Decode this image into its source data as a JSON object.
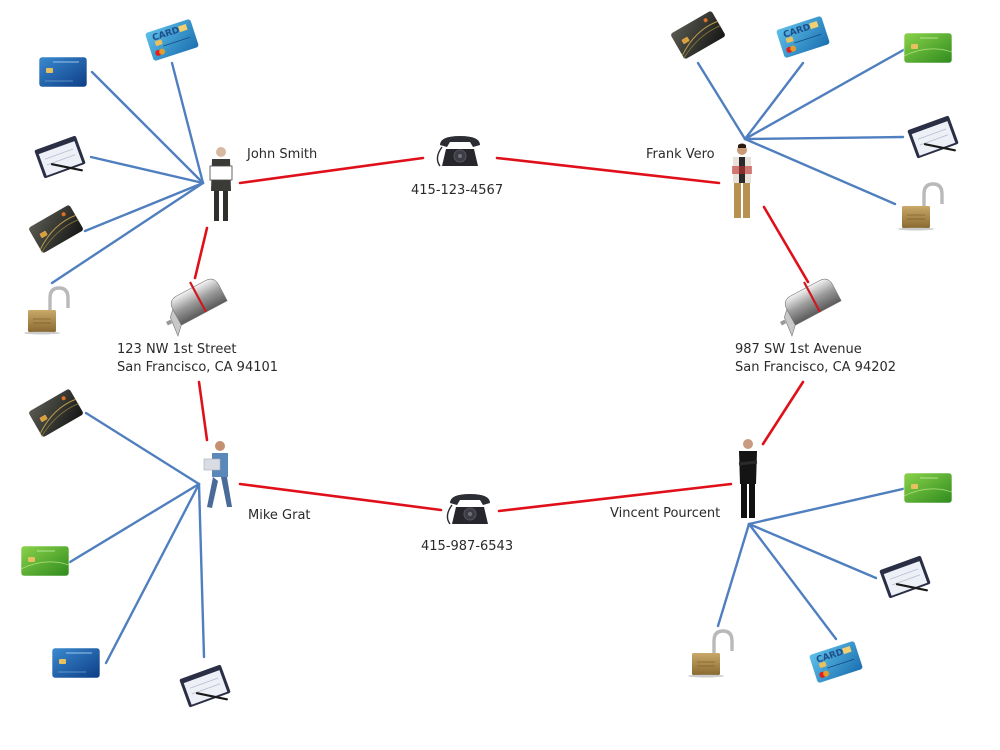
{
  "diagram": {
    "title": "",
    "colors": {
      "person_link": "#e0101a",
      "asset_link": "#4f7fbf",
      "background": "#ffffff"
    },
    "people": [
      {
        "id": "john",
        "name": "John Smith",
        "figure": "man-suit-holding-sign"
      },
      {
        "id": "frank",
        "name": "Frank Vero",
        "figure": "man-casual"
      },
      {
        "id": "mike",
        "name": "Mike Grat",
        "figure": "man-holding-laptop"
      },
      {
        "id": "vincent",
        "name": "Vincent Pourcent",
        "figure": "man-dark-suit"
      }
    ],
    "phones": [
      {
        "id": "phone1",
        "number": "415-123-4567",
        "icon": "telephone-icon"
      },
      {
        "id": "phone2",
        "number": "415-987-6543",
        "icon": "telephone-icon"
      }
    ],
    "addresses": [
      {
        "id": "addr1",
        "line1": "123 NW 1st Street",
        "line2": "San Francisco, CA 94101",
        "icon": "mailbox-icon"
      },
      {
        "id": "addr2",
        "line1": "987 SW 1st Avenue",
        "line2": "San Francisco, CA 94202",
        "icon": "mailbox-icon"
      }
    ],
    "person_links": [
      {
        "from": "john",
        "to": "phone1"
      },
      {
        "from": "phone1",
        "to": "frank"
      },
      {
        "from": "john",
        "to": "addr1"
      },
      {
        "from": "addr1",
        "to": "mike"
      },
      {
        "from": "frank",
        "to": "addr2"
      },
      {
        "from": "addr2",
        "to": "vincent"
      },
      {
        "from": "mike",
        "to": "phone2"
      },
      {
        "from": "phone2",
        "to": "vincent"
      }
    ],
    "assets": {
      "john": [
        "credit-card-card-blue",
        "credit-card-dark-blue",
        "checkbook",
        "credit-card-black",
        "padlock-open"
      ],
      "frank": [
        "credit-card-black",
        "credit-card-card-blue",
        "credit-card-green",
        "checkbook",
        "padlock-open"
      ],
      "mike": [
        "credit-card-black",
        "credit-card-green",
        "credit-card-dark-blue",
        "checkbook"
      ],
      "vincent": [
        "credit-card-green",
        "checkbook",
        "credit-card-card-blue",
        "padlock-open"
      ]
    },
    "card_text": "CARD"
  }
}
